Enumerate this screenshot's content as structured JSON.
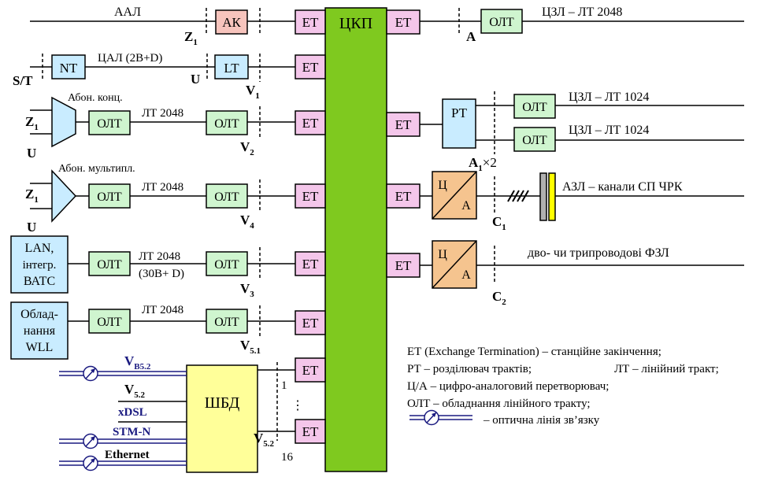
{
  "colors": {
    "ckp": "#7fc91f",
    "et": "#f4c6ea",
    "ak": "#f7c4bd",
    "nt": "#c9ecff",
    "olt": "#cff5cf",
    "rt": "#c9ecff",
    "ca": "#f5c48f",
    "shbd": "#ffff99",
    "lan": "#c9ecff",
    "optical": "#1a1a80"
  },
  "center": {
    "ckp": "ЦКП"
  },
  "labels": {
    "et": "ЕТ",
    "olt": "ОЛТ",
    "ak": "АК",
    "nt": "NT",
    "lt": "LT",
    "rt": "РТ",
    "c": "Ц",
    "a": "А",
    "shbd": "ШБД"
  },
  "left": {
    "aal": "ААЛ",
    "z1": "Z",
    "sub1": "1",
    "st": "S/T",
    "u": "U",
    "cal": "ЦАЛ (2В+D)",
    "v1": "V",
    "abon_konc": "Абон. конц.",
    "abon_mult": "Абон. мультипл.",
    "lt2048": "ЛТ 2048",
    "v2": "V",
    "sub2": "2",
    "v4": "V",
    "sub4": "4",
    "lan1": "LAN,",
    "lan2": "інтегр.",
    "lan3": "ВАТС",
    "lt30": "(30В+ D)",
    "v3": "V",
    "sub3": "3",
    "wll1": "Облад-",
    "wll2": "нання",
    "wll3": "WLL",
    "v51": "V",
    "sub51": "5.1",
    "vb52": "V",
    "subb52": "B5.2",
    "v52a": "V",
    "sub52": "5.2",
    "xdsl": "xDSL",
    "stm": "STM-N",
    "ethernet": "Ethernet",
    "v52b": "V",
    "one": "1",
    "dots": "⋮",
    "sixteen": "16"
  },
  "right": {
    "czl2048": "ЦЗЛ – ЛТ 2048",
    "a": "А",
    "czl1024a": "ЦЗЛ – ЛТ 1024",
    "czl1024b": "ЦЗЛ – ЛТ 1024",
    "a1": "А",
    "a1x": "×2",
    "azl": "АЗЛ – канали СП ЧРК",
    "c1": "С",
    "fzl": "дво- чи трипроводові ФЗЛ",
    "c2": "С"
  },
  "legend": {
    "l1": "ЕТ (Exchange Termination) – станційне закінчення;",
    "l2a": "РТ – розділювач трактів;",
    "l2b": "ЛТ – лінійний тракт;",
    "l3": "Ц/А – цифро-аналоговий перетворювач;",
    "l4": "ОЛТ – обладнання лінійного тракту;",
    "l5": "– оптична лінія зв’язку"
  }
}
